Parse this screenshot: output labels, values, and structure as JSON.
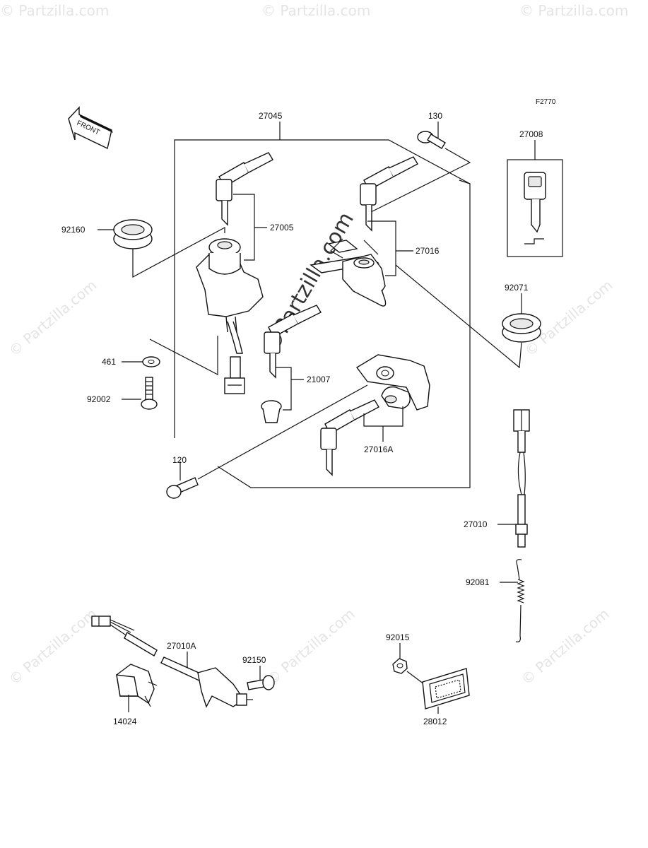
{
  "diagram": {
    "code": "F2770",
    "front_label": "FRONT",
    "watermark": "© Partzilla.com",
    "watermark_center": "©Partzilla.com",
    "parts": [
      {
        "id": "p27045",
        "number": "27045"
      },
      {
        "id": "p130",
        "number": "130"
      },
      {
        "id": "p27008",
        "number": "27008"
      },
      {
        "id": "p92160",
        "number": "92160"
      },
      {
        "id": "p27005",
        "number": "27005"
      },
      {
        "id": "p27016",
        "number": "27016"
      },
      {
        "id": "p92071",
        "number": "92071"
      },
      {
        "id": "p461",
        "number": "461"
      },
      {
        "id": "p21007",
        "number": "21007"
      },
      {
        "id": "p92002",
        "number": "92002"
      },
      {
        "id": "p27016A",
        "number": "27016A"
      },
      {
        "id": "p120",
        "number": "120"
      },
      {
        "id": "p27010",
        "number": "27010"
      },
      {
        "id": "p92081",
        "number": "92081"
      },
      {
        "id": "p27010A",
        "number": "27010A"
      },
      {
        "id": "p92150",
        "number": "92150"
      },
      {
        "id": "p92015",
        "number": "92015"
      },
      {
        "id": "p14024",
        "number": "14024"
      },
      {
        "id": "p28012",
        "number": "28012"
      }
    ]
  }
}
